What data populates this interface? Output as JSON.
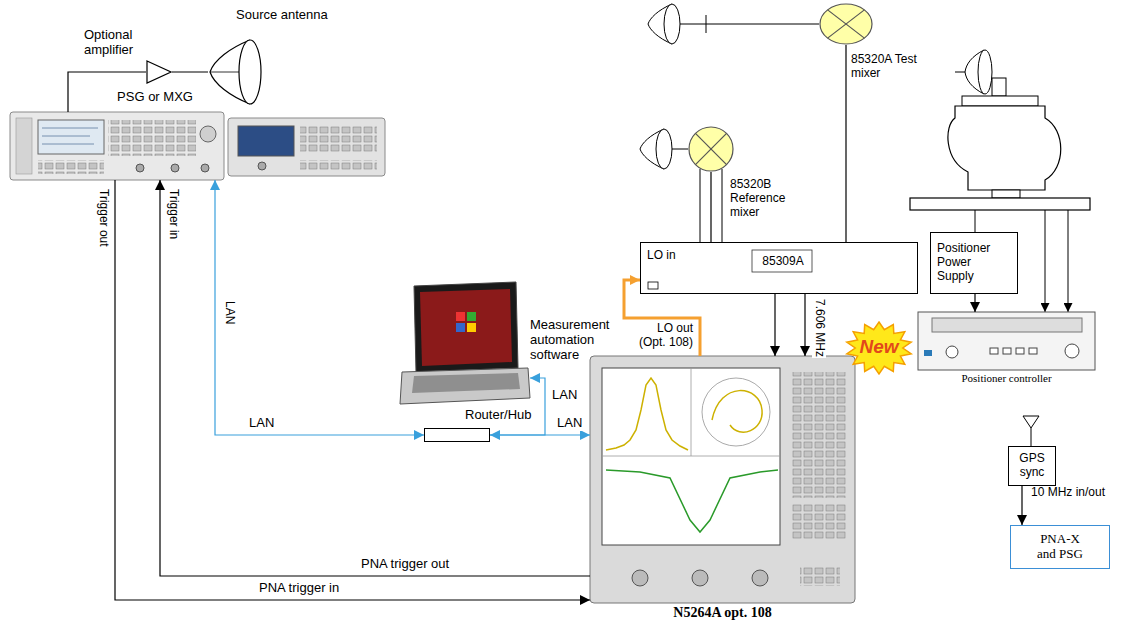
{
  "diagram": {
    "nodes": [
      {
        "text": [
          "Optional amplifier"
        ]
      },
      {
        "text": [
          "Source antenna"
        ]
      },
      {
        "text": [
          "PSG or MXG"
        ]
      },
      {
        "text": [
          "85320A Test mixer"
        ]
      },
      {
        "text": [
          "85320B Reference mixer"
        ]
      },
      {
        "text": [
          "LO in",
          "85309A"
        ]
      },
      {
        "text": [
          "Positioner Power Supply"
        ]
      },
      {
        "text": [
          "Positioner controller"
        ]
      },
      {
        "text": [
          "Measurement automation software"
        ]
      },
      {
        "text": [
          "Router/Hub"
        ]
      },
      {
        "text": [
          "N5264A opt. 108"
        ]
      },
      {
        "text": [
          "New"
        ],
        "in": 10
      },
      {
        "text": [
          "GPS sync"
        ]
      },
      {
        "text": [
          "PNA-X and PSG"
        ]
      }
    ],
    "edges": [
      {
        "from": 2,
        "to": 0,
        "arrow": "none"
      },
      {
        "from": 0,
        "to": 1,
        "arrow": "none"
      },
      {
        "from": 2,
        "to": 10,
        "label": "PNA trigger in",
        "arrow": "to"
      },
      {
        "from": 10,
        "to": 2,
        "label": "PNA trigger out",
        "arrow": "to"
      },
      {
        "from": 2,
        "to": 9,
        "label": "LAN",
        "arrow": "both"
      },
      {
        "from": 9,
        "to": 8,
        "label": "LAN",
        "arrow": "to"
      },
      {
        "from": 9,
        "to": 10,
        "label": "LAN",
        "arrow": "both"
      },
      {
        "from": 3,
        "to": 5,
        "arrow": "none"
      },
      {
        "from": 4,
        "to": 5,
        "arrow": "none"
      },
      {
        "from": 5,
        "to": 10,
        "arrow": "to"
      },
      {
        "from": 5,
        "to": 10,
        "label": "7.606 MHz",
        "arrow": "to"
      },
      {
        "from": 10,
        "to": 5,
        "label": "LO out (Opt. 108)",
        "arrow": "to"
      },
      {
        "from": 6,
        "to": 7,
        "arrow": "to"
      },
      {
        "from": 12,
        "to": 13,
        "label": "10 MHz in/out",
        "arrow": "to"
      }
    ],
    "labels": [
      "Trigger out",
      "Trigger in",
      "LAN"
    ]
  }
}
